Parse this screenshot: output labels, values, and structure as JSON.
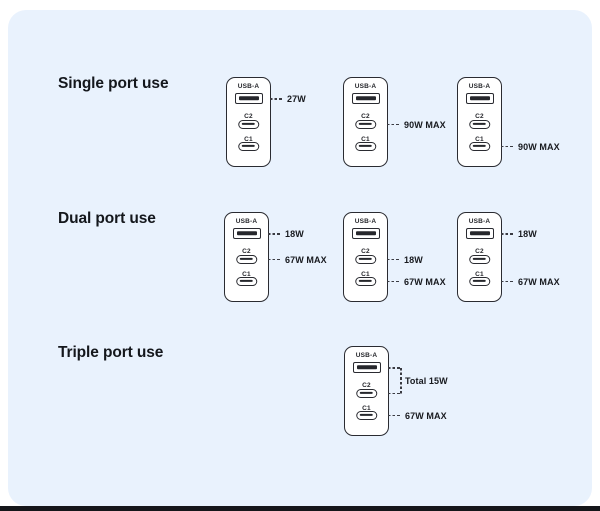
{
  "colors": {
    "page_background": "#FFFFFF",
    "card_background": "#E9F2FD",
    "outline": "#2A2B31",
    "text": "#17191E",
    "bottom_strip": "#15161A"
  },
  "sections": [
    {
      "title": "Single port use",
      "chargers": [
        {
          "ports": [
            {
              "label": "USB-A",
              "type": "usb-a",
              "callout": "27W"
            },
            {
              "label": "C2",
              "type": "usb-c",
              "callout": null
            },
            {
              "label": "C1",
              "type": "usb-c",
              "callout": null
            }
          ]
        },
        {
          "ports": [
            {
              "label": "USB-A",
              "type": "usb-a",
              "callout": null
            },
            {
              "label": "C2",
              "type": "usb-c",
              "callout": "90W MAX"
            },
            {
              "label": "C1",
              "type": "usb-c",
              "callout": null
            }
          ]
        },
        {
          "ports": [
            {
              "label": "USB-A",
              "type": "usb-a",
              "callout": null
            },
            {
              "label": "C2",
              "type": "usb-c",
              "callout": null
            },
            {
              "label": "C1",
              "type": "usb-c",
              "callout": "90W MAX"
            }
          ]
        }
      ]
    },
    {
      "title": "Dual port use",
      "chargers": [
        {
          "ports": [
            {
              "label": "USB-A",
              "type": "usb-a",
              "callout": "18W"
            },
            {
              "label": "C2",
              "type": "usb-c",
              "callout": "67W MAX"
            },
            {
              "label": "C1",
              "type": "usb-c",
              "callout": null
            }
          ]
        },
        {
          "ports": [
            {
              "label": "USB-A",
              "type": "usb-a",
              "callout": null
            },
            {
              "label": "C2",
              "type": "usb-c",
              "callout": "18W"
            },
            {
              "label": "C1",
              "type": "usb-c",
              "callout": "67W MAX"
            }
          ]
        },
        {
          "ports": [
            {
              "label": "USB-A",
              "type": "usb-a",
              "callout": "18W"
            },
            {
              "label": "C2",
              "type": "usb-c",
              "callout": null
            },
            {
              "label": "C1",
              "type": "usb-c",
              "callout": "67W MAX"
            }
          ]
        }
      ]
    },
    {
      "title": "Triple port use",
      "chargers": [
        {
          "ports": [
            {
              "label": "USB-A",
              "type": "usb-a",
              "callout": null
            },
            {
              "label": "C2",
              "type": "usb-c",
              "callout": null
            },
            {
              "label": "C1",
              "type": "usb-c",
              "callout": "67W MAX"
            }
          ],
          "bracket": {
            "covers": [
              "USB-A",
              "C2"
            ],
            "label": "Total 15W"
          }
        }
      ]
    }
  ]
}
